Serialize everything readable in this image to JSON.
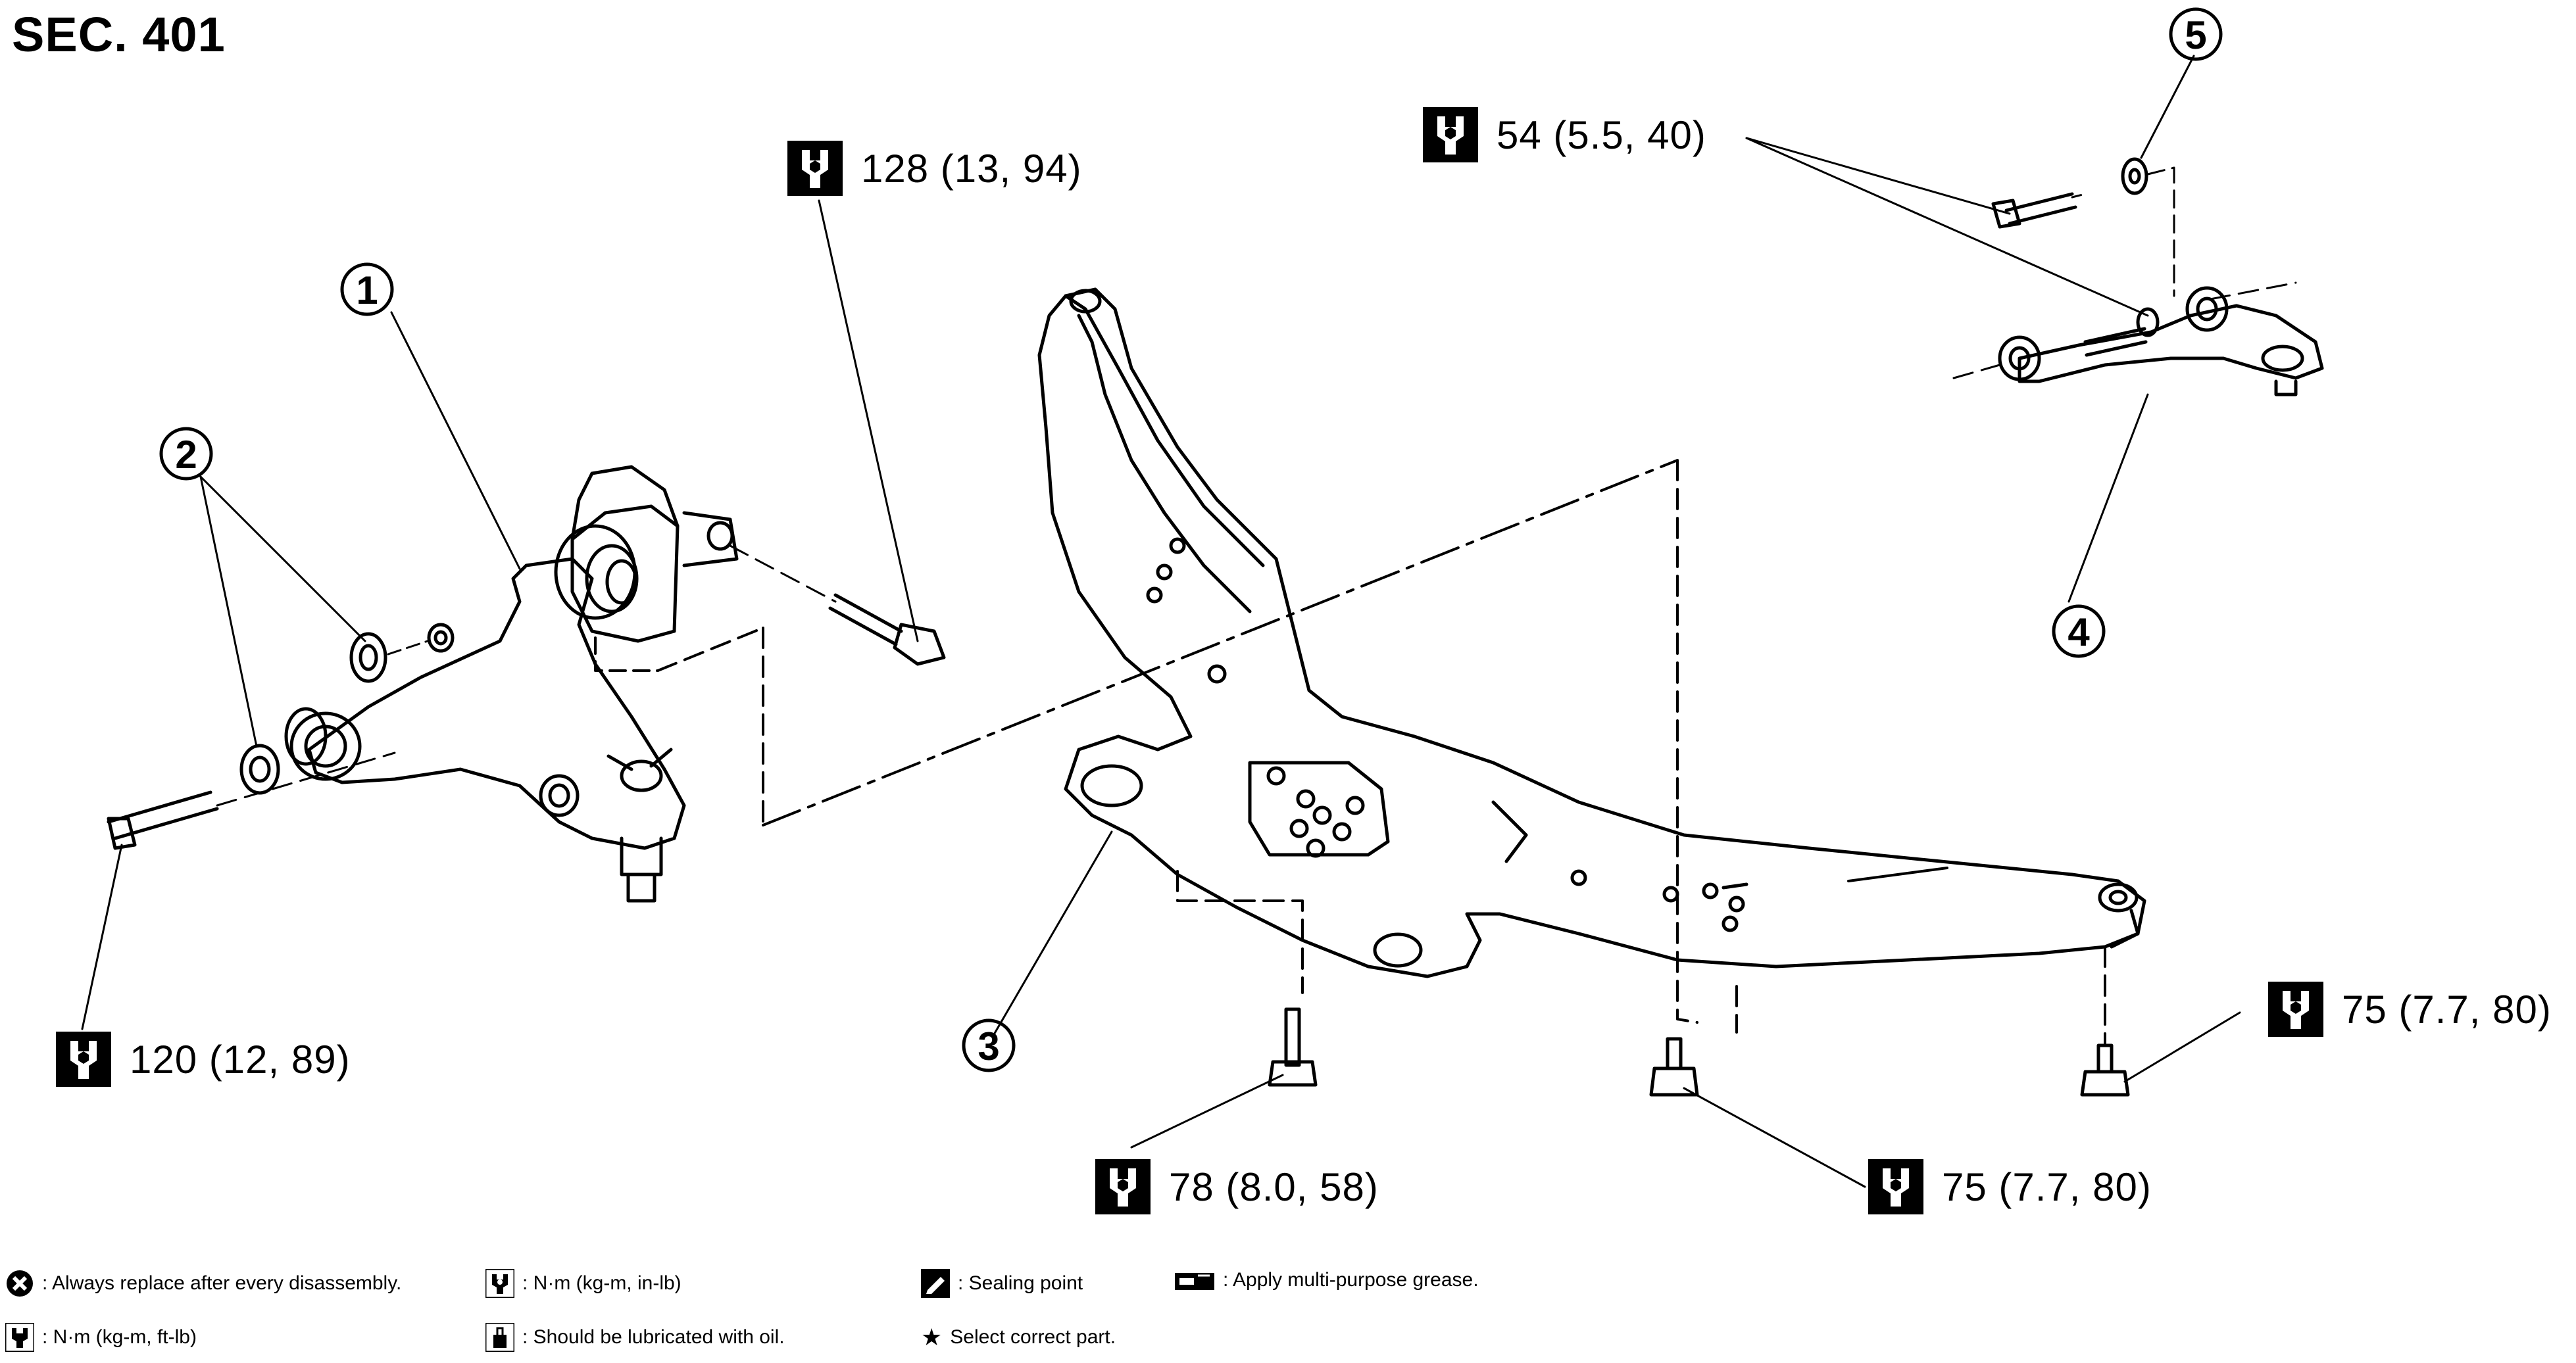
{
  "section_title": "SEC. 401",
  "callouts": {
    "c1": "1",
    "c2": "2",
    "c3": "3",
    "c4": "4",
    "c5": "5"
  },
  "torque_labels": {
    "t128": "128 (13, 94)",
    "t54": "54 (5.5, 40)",
    "t120": "120 (12, 89)",
    "t78": "78 (8.0, 58)",
    "t75_center": "75 (7.7, 80)",
    "t75_right": "75 (7.7, 80)"
  },
  "legend": {
    "replace": ": Always replace after every disassembly.",
    "nm_ftlb": ": N·m (kg-m, ft-lb)",
    "nm_inlb": ": N·m (kg-m, in-lb)",
    "oil": ": Should be lubricated with oil.",
    "sealing": ": Sealing point",
    "select": "Select correct part.",
    "grease": ": Apply multi-purpose grease."
  }
}
